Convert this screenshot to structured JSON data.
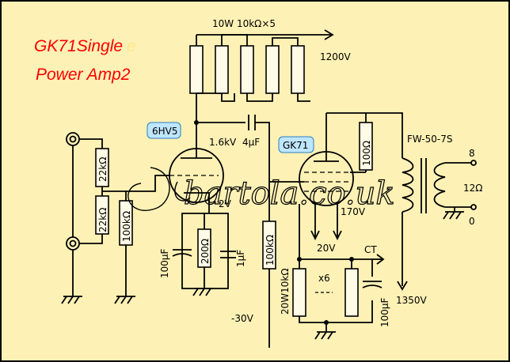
{
  "title": {
    "line1": "GK71Single",
    "line1_ghost": "e",
    "line2": "Power Amp2"
  },
  "tubes": {
    "driver": "6HV5",
    "output": "GK71"
  },
  "labels": {
    "load_resistors": "10W  10kΩ×5",
    "b_plus_top": "1200V",
    "coupling_voltage": "1.6kV",
    "coupling_cap": "4μF",
    "input_res_1": "22kΩ",
    "input_res_2": "22kΩ",
    "grid_res": "100kΩ",
    "cathode_res": "200Ω",
    "cathode_cap_electrolytic": "100μF",
    "cathode_cap_film": "1μF",
    "cathode_voltage": "2V",
    "output_grid_res": "100kΩ",
    "bias_voltage": "-30V",
    "screen_res": "100Ω",
    "screen_voltage": "170V",
    "filament_voltage": "20V",
    "ct_label": "CT",
    "filament_res": "20W10kΩ",
    "multiplier": "x6",
    "filament_cap": "100μF",
    "b_plus_bottom": "1350V",
    "transformer": "FW-50-7S",
    "tap_8": "8",
    "tap_0": "0",
    "speaker_impedance": "12Ω"
  },
  "watermark": "bartola.co.uk",
  "colors": {
    "background": "#fdf1b5",
    "title": "#ff0000",
    "badge": "#bfe6ff"
  }
}
